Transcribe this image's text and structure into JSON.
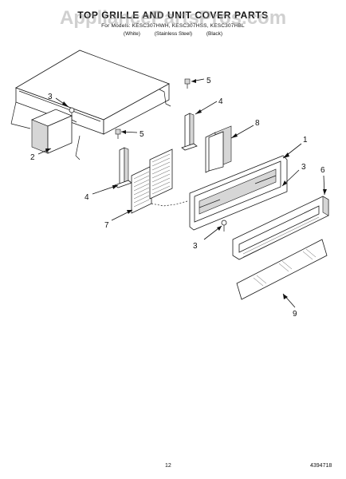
{
  "header": {
    "title": "TOP GRILLE AND UNIT COVER PARTS",
    "models": "For Models: KESC307HWH, KESC307HSS, KESC307HBL",
    "finish": [
      "(White)",
      "(Stainless Steel)",
      "(Black)"
    ]
  },
  "watermark": "AppliancePartsPros.com",
  "callouts": {
    "c1": "1",
    "c2": "2",
    "c3a": "3",
    "c3b": "3",
    "c3c": "3",
    "c4a": "4",
    "c4b": "4",
    "c5a": "5",
    "c5b": "5",
    "c6": "6",
    "c7": "7",
    "c8": "8",
    "c9": "9"
  },
  "footer": {
    "page_number": "12",
    "doc_number": "4394718"
  }
}
